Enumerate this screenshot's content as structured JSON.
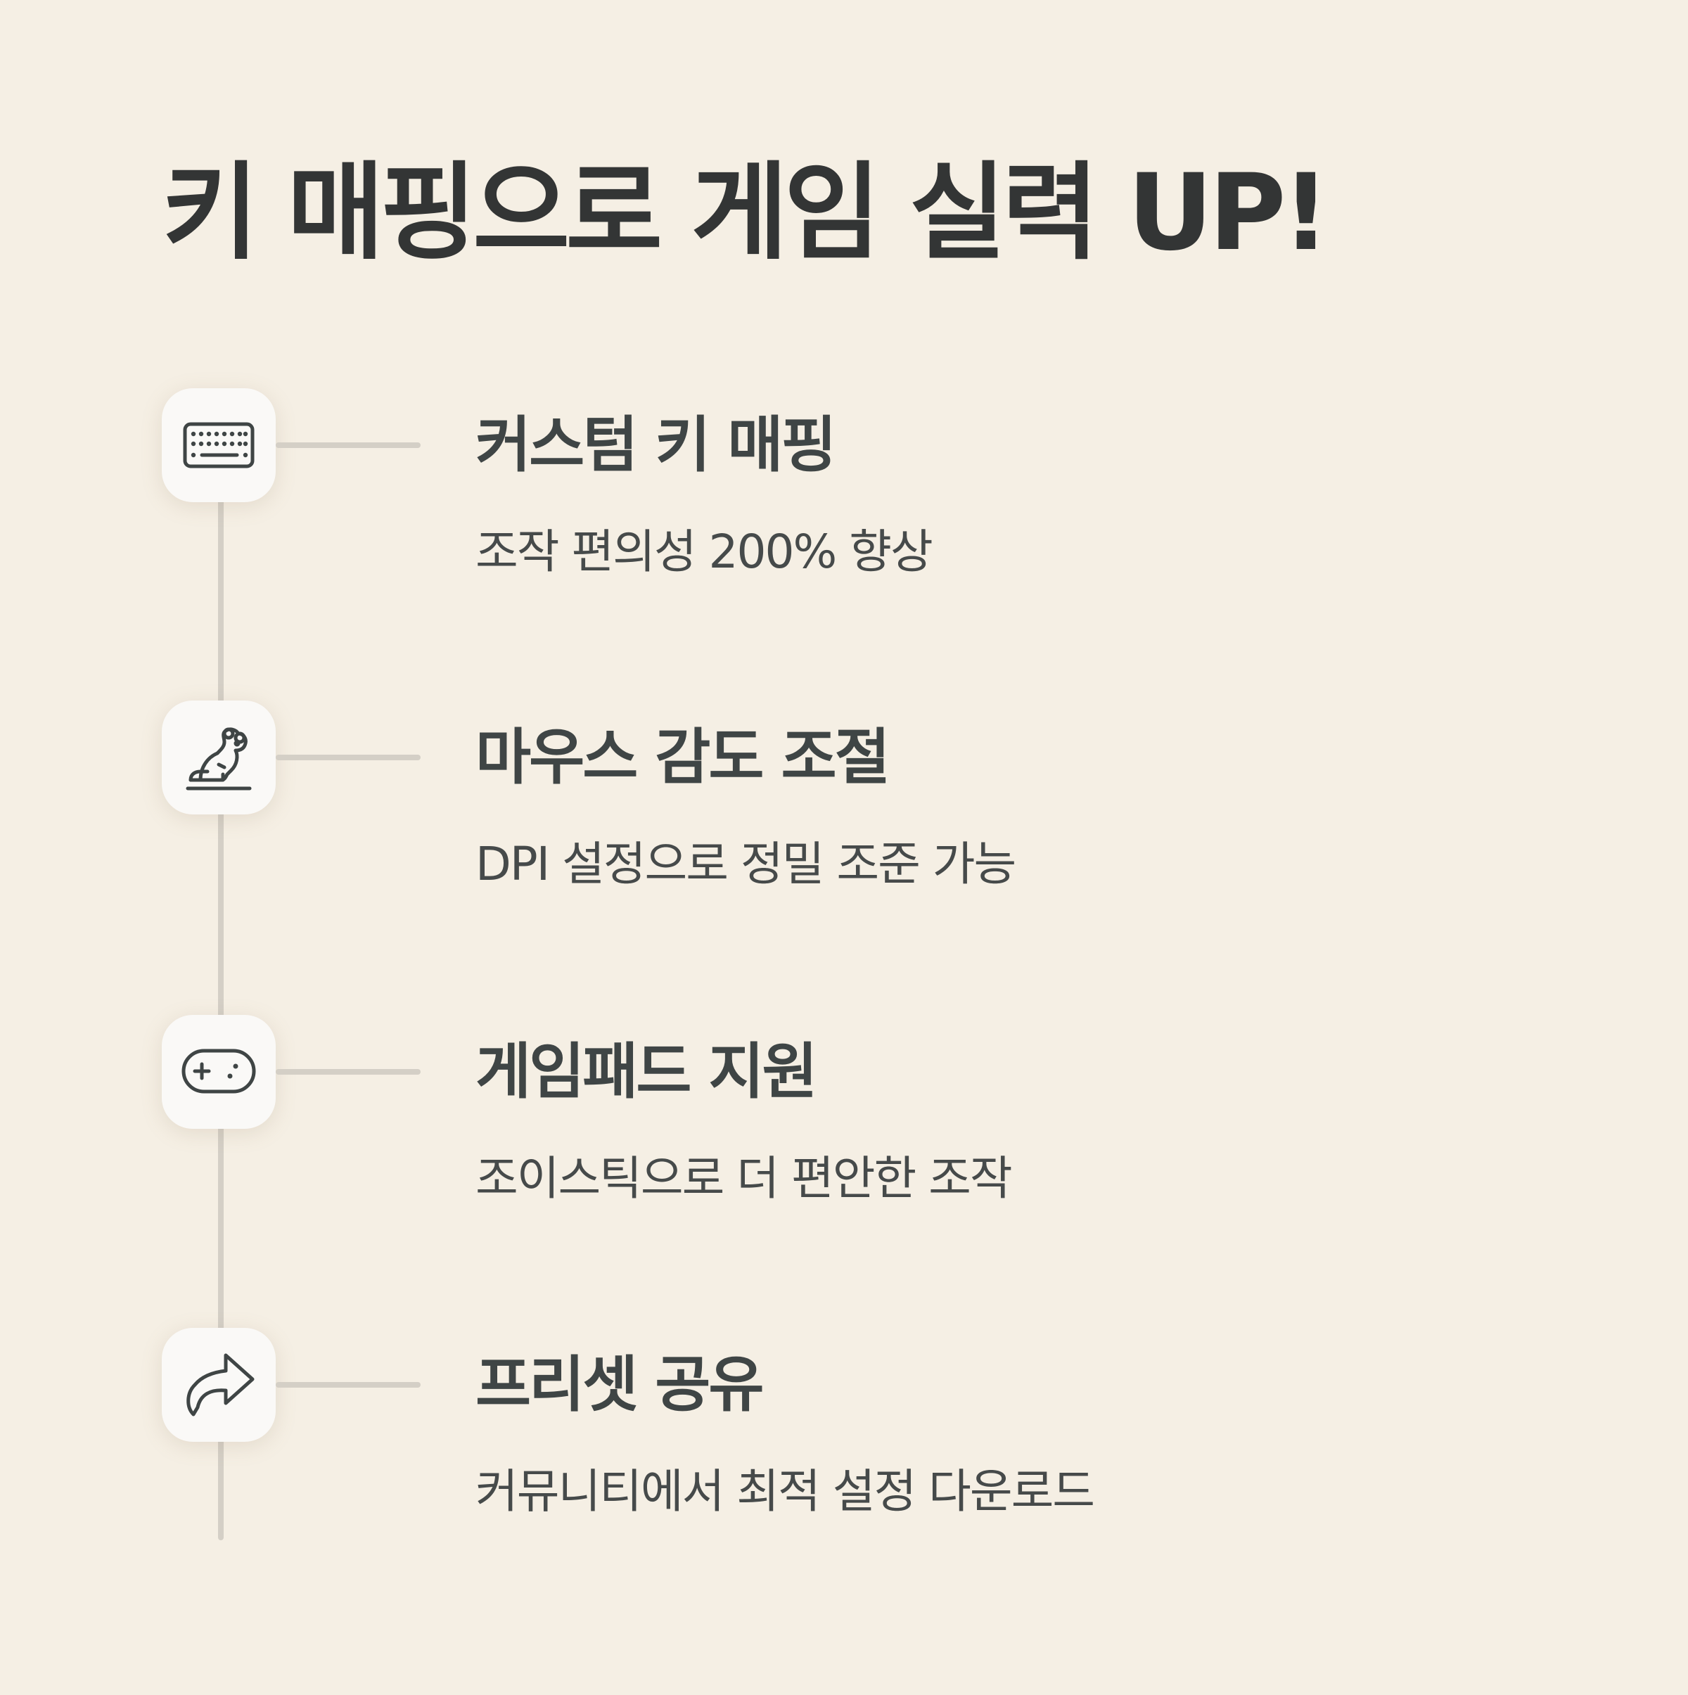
{
  "title": "키 매핑으로 게임 실력 UP!",
  "items": [
    {
      "icon": "keyboard-icon",
      "title": "커스텀 키 매핑",
      "description": "조작 편의성 200% 향상"
    },
    {
      "icon": "mouse-animal-icon",
      "title": "마우스 감도 조절",
      "description": "DPI 설정으로 정밀 조준 가능"
    },
    {
      "icon": "gamepad-icon",
      "title": "게임패드 지원",
      "description": "조이스틱으로 더 편안한 조작"
    },
    {
      "icon": "share-arrow-icon",
      "title": "프리셋 공유",
      "description": "커뮤니티에서 최적 설정 다운로드"
    }
  ],
  "colors": {
    "background": "#f5efe4",
    "icon_box": "#faf9f7",
    "line": "#d4cfc6",
    "text": "#3f4545"
  }
}
